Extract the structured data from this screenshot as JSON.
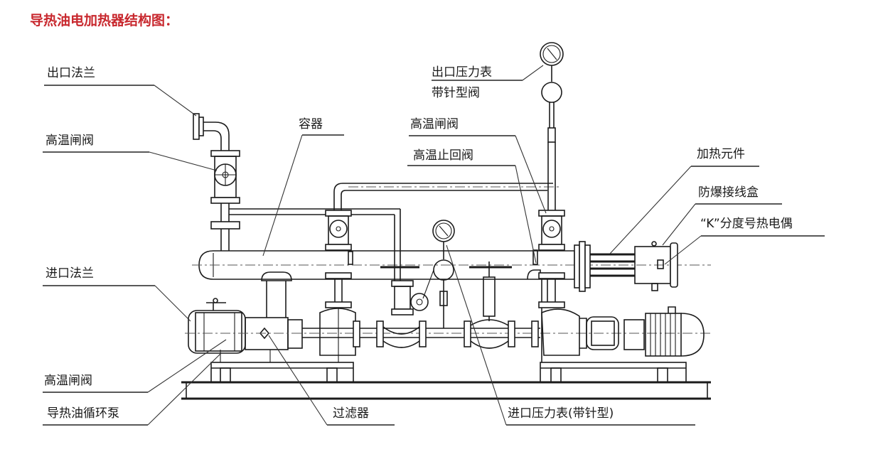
{
  "title": "导热油电加热器结构图：",
  "labels": {
    "outlet_flange": "出口法兰",
    "high_temp_gate_valve_top": "高温闸阀",
    "vessel": "容器",
    "outlet_pressure_gauge_line1": "出口压力表",
    "outlet_pressure_gauge_line2": "带针型阀",
    "high_temp_gate_valve_mid": "高温闸阀",
    "high_temp_check_valve": "高温止回阀",
    "heating_element": "加热元件",
    "explosion_proof_junction_box": "防爆接线盒",
    "k_thermocouple": "“K”分度号热电偶",
    "inlet_flange": "进口法兰",
    "high_temp_gate_valve_bottom": "高温闸阀",
    "thermal_oil_circulation_pump": "导热油循环泵",
    "filter": "过滤器",
    "inlet_pressure_gauge": "进口压力表(带针型)"
  },
  "colors": {
    "title": "#c8282e",
    "line": "#1b1b1b",
    "background": "#ffffff"
  }
}
